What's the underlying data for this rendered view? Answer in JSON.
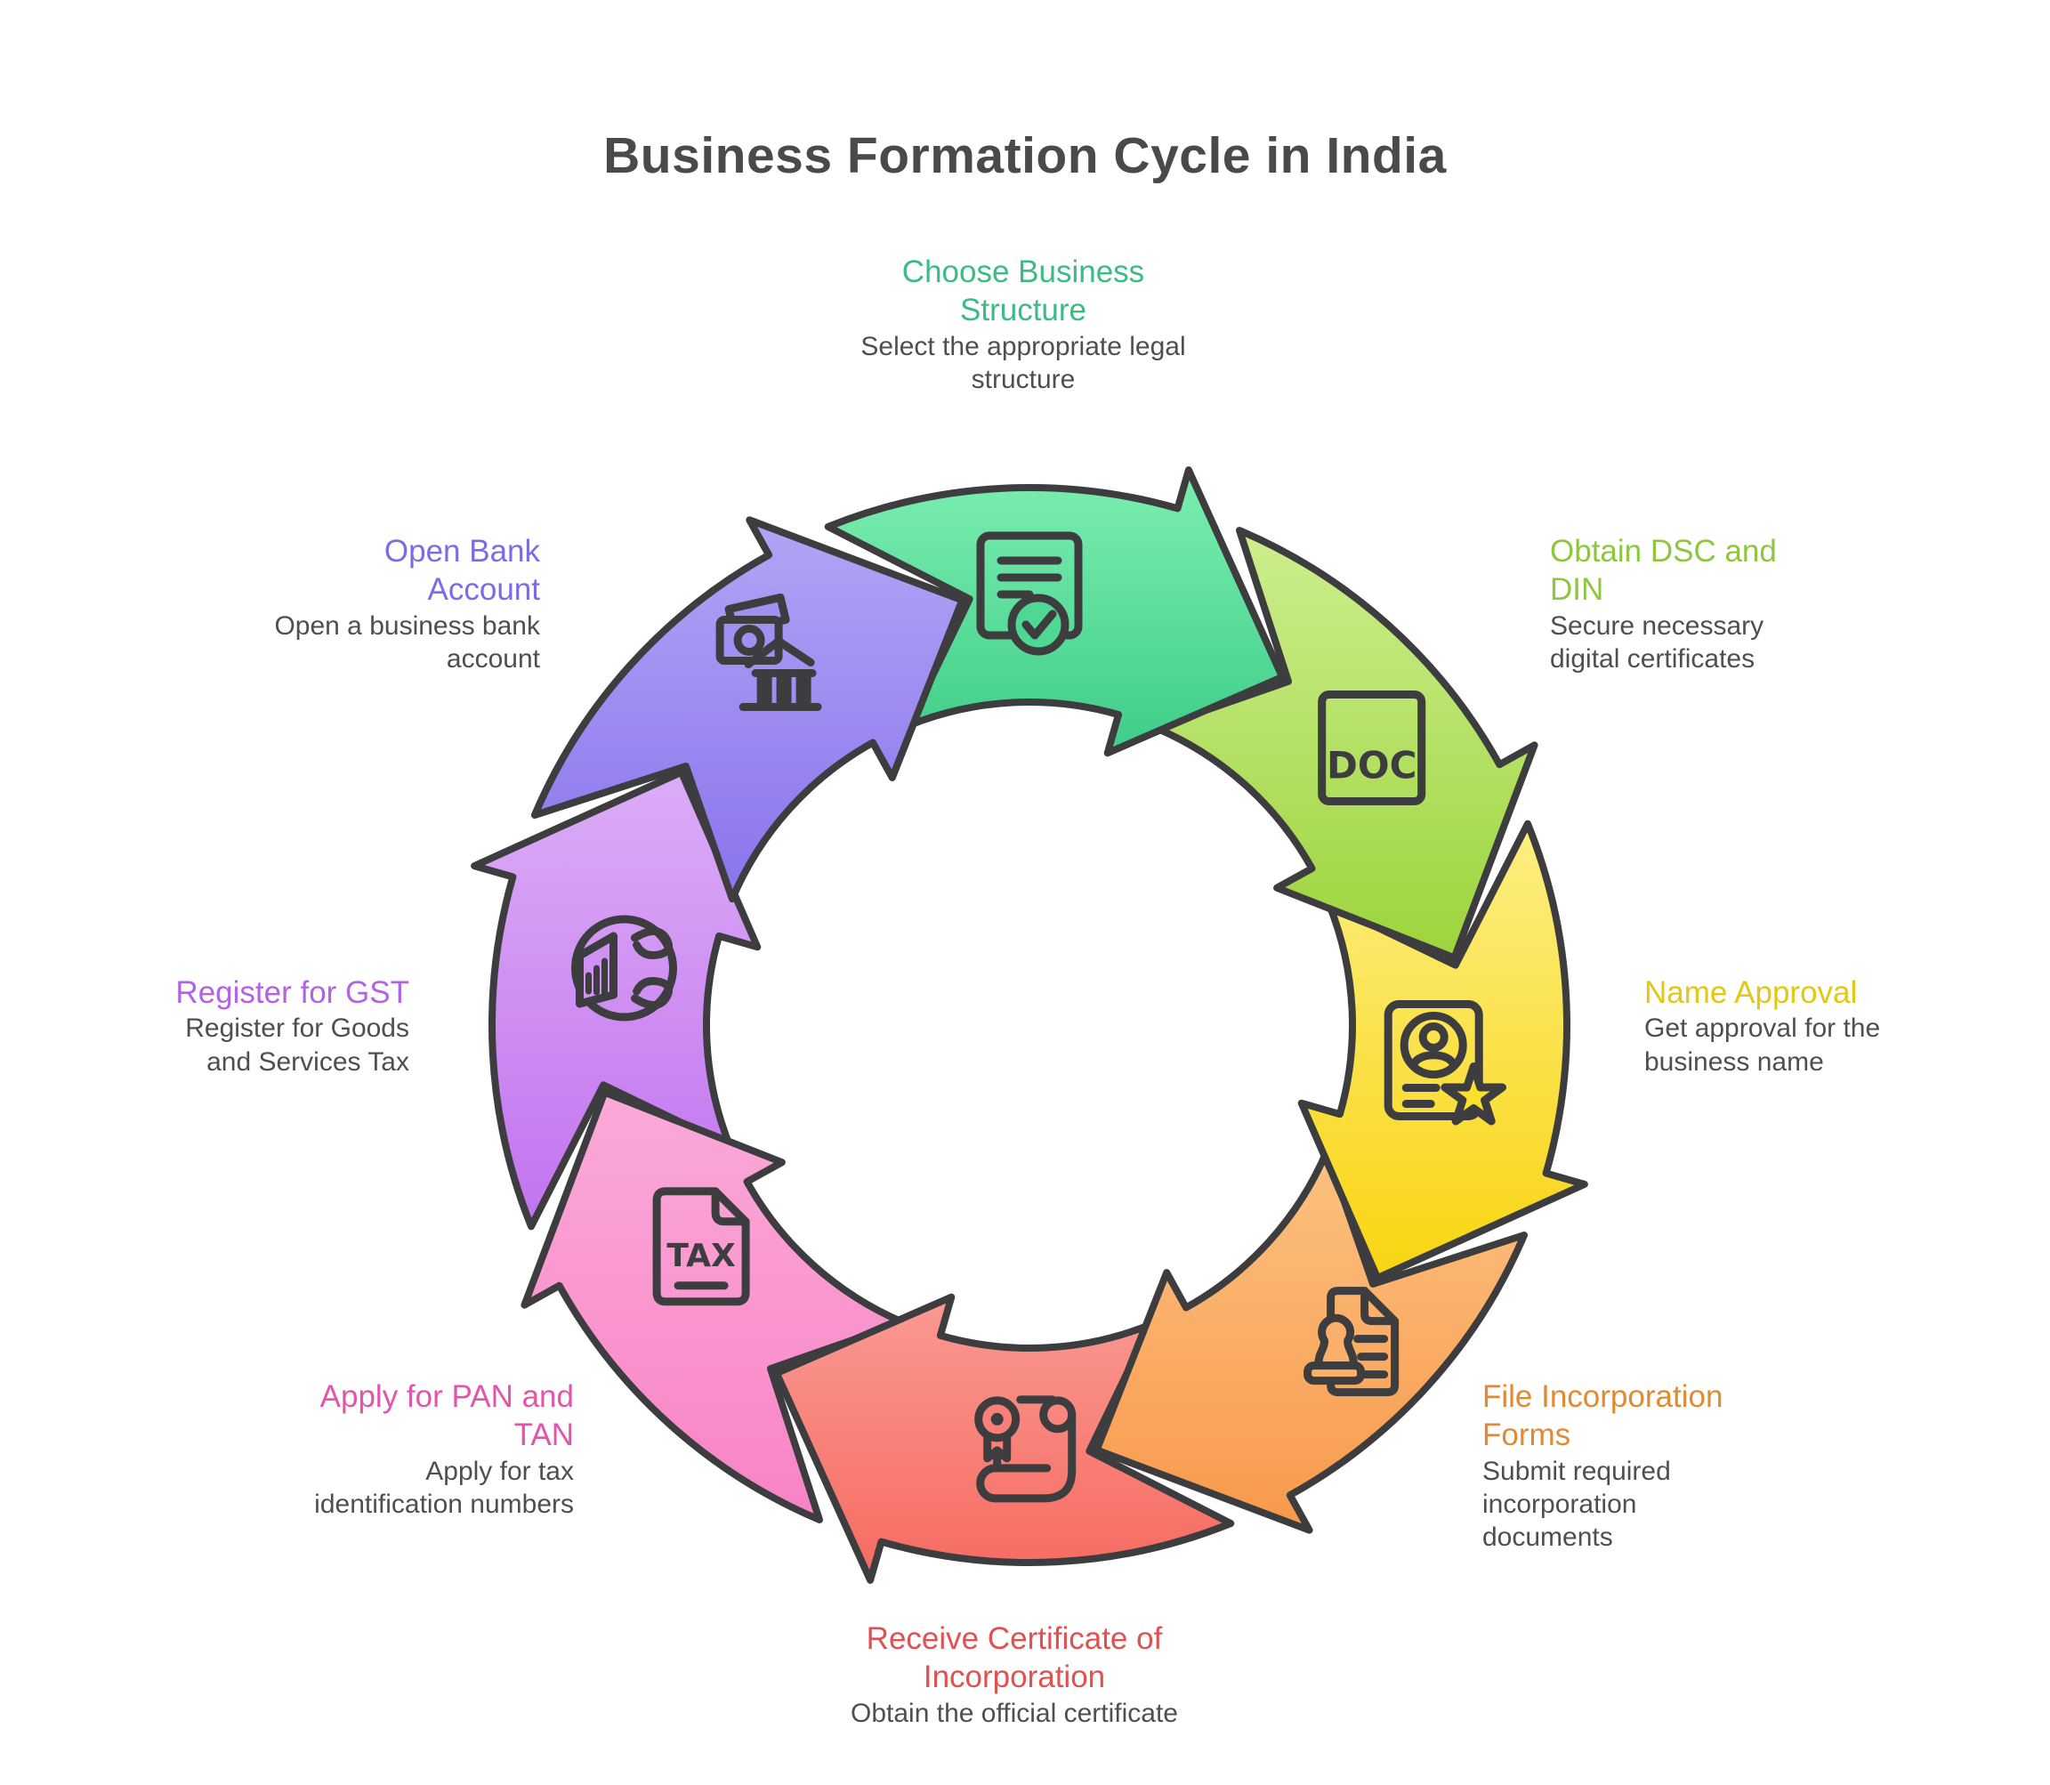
{
  "header": {
    "title": "Business Formation Cycle in India",
    "title_color": "#4a4a4a"
  },
  "diagram": {
    "outline_color": "#3d3d40",
    "background": "#ffffff",
    "steps": [
      {
        "title": "Choose Business Structure",
        "description": "Select the appropriate legal structure",
        "title_color": "#3cbb83",
        "arrow_light": "#7ceeb0",
        "arrow_dark": "#3ecd88",
        "icon_fill": "#4fd794",
        "icon": "document-check-icon"
      },
      {
        "title": "Obtain DSC and DIN",
        "description": "Secure necessary digital certificates",
        "title_color": "#8ec63f",
        "arrow_light": "#cdee8e",
        "arrow_dark": "#9cd43c",
        "icon_fill": "#a6da52",
        "icon": "doc-file-icon"
      },
      {
        "title": "Name Approval",
        "description": "Get approval for the business name",
        "title_color": "#e2c714",
        "arrow_light": "#fdef82",
        "arrow_dark": "#f8d411",
        "icon_fill": "#fbdf2e",
        "icon": "id-card-star-icon"
      },
      {
        "title": "File Incorporation Forms",
        "description": "Submit required incorporation documents",
        "title_color": "#e18a33",
        "arrow_light": "#fcc181",
        "arrow_dark": "#f8994b",
        "icon_fill": "#fab06a",
        "icon": "stamp-document-icon"
      },
      {
        "title": "Receive Certificate of Incorporation",
        "description": "Obtain the official certificate",
        "title_color": "#e05151",
        "arrow_light": "#fa9a92",
        "arrow_dark": "#f66a60",
        "icon_fill": "#f98078",
        "icon": "certificate-scroll-icon"
      },
      {
        "title": "Apply for PAN and TAN",
        "description": "Apply for tax identification numbers",
        "title_color": "#e156ab",
        "arrow_light": "#fbaad8",
        "arrow_dark": "#f883c6",
        "icon_fill": "#f995cd",
        "icon": "tax-document-icon"
      },
      {
        "title": "Register for GST",
        "description": "Register for Goods and Services Tax",
        "title_color": "#b163e4",
        "arrow_light": "#dcacf6",
        "arrow_dark": "#c273ef",
        "icon_fill": "#cf92f3",
        "icon": "gst-chart-icon"
      },
      {
        "title": "Open Bank Account",
        "description": "Open a business bank account",
        "title_color": "#7b6ce2",
        "arrow_light": "#b3a4f5",
        "arrow_dark": "#8a73ed",
        "icon_fill": "#a18ff1",
        "icon": "bank-money-icon"
      }
    ]
  }
}
